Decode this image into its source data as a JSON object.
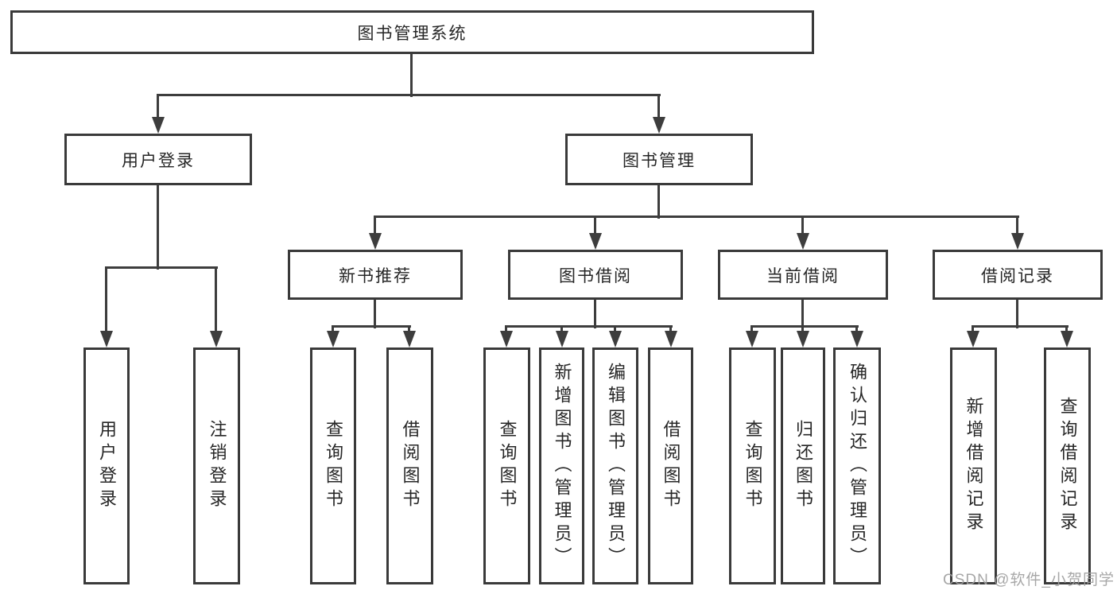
{
  "tree": {
    "label": "图书管理系统",
    "children": [
      {
        "label": "用户登录",
        "children": [
          {
            "label": "用户登录"
          },
          {
            "label": "注销登录"
          }
        ]
      },
      {
        "label": "图书管理",
        "children": [
          {
            "label": "新书推荐",
            "children": [
              {
                "label": "查询图书"
              },
              {
                "label": "借阅图书"
              }
            ]
          },
          {
            "label": "图书借阅",
            "children": [
              {
                "label": "查询图书"
              },
              {
                "label": "新增图书（管理员）"
              },
              {
                "label": "编辑图书（管理员）"
              },
              {
                "label": "借阅图书"
              }
            ]
          },
          {
            "label": "当前借阅",
            "children": [
              {
                "label": "查询图书"
              },
              {
                "label": "归还图书"
              },
              {
                "label": "确认归还（管理员）"
              }
            ]
          },
          {
            "label": "借阅记录",
            "children": [
              {
                "label": "新增借阅记录"
              },
              {
                "label": "查询借阅记录"
              }
            ]
          }
        ]
      }
    ]
  },
  "watermark": "CSDN @软件_小贺同学",
  "colors": {
    "line": "#3d3d3d",
    "box_border": "#3a3a3a",
    "text": "#262626",
    "watermark": "#a0a0a0",
    "background": "#ffffff"
  }
}
